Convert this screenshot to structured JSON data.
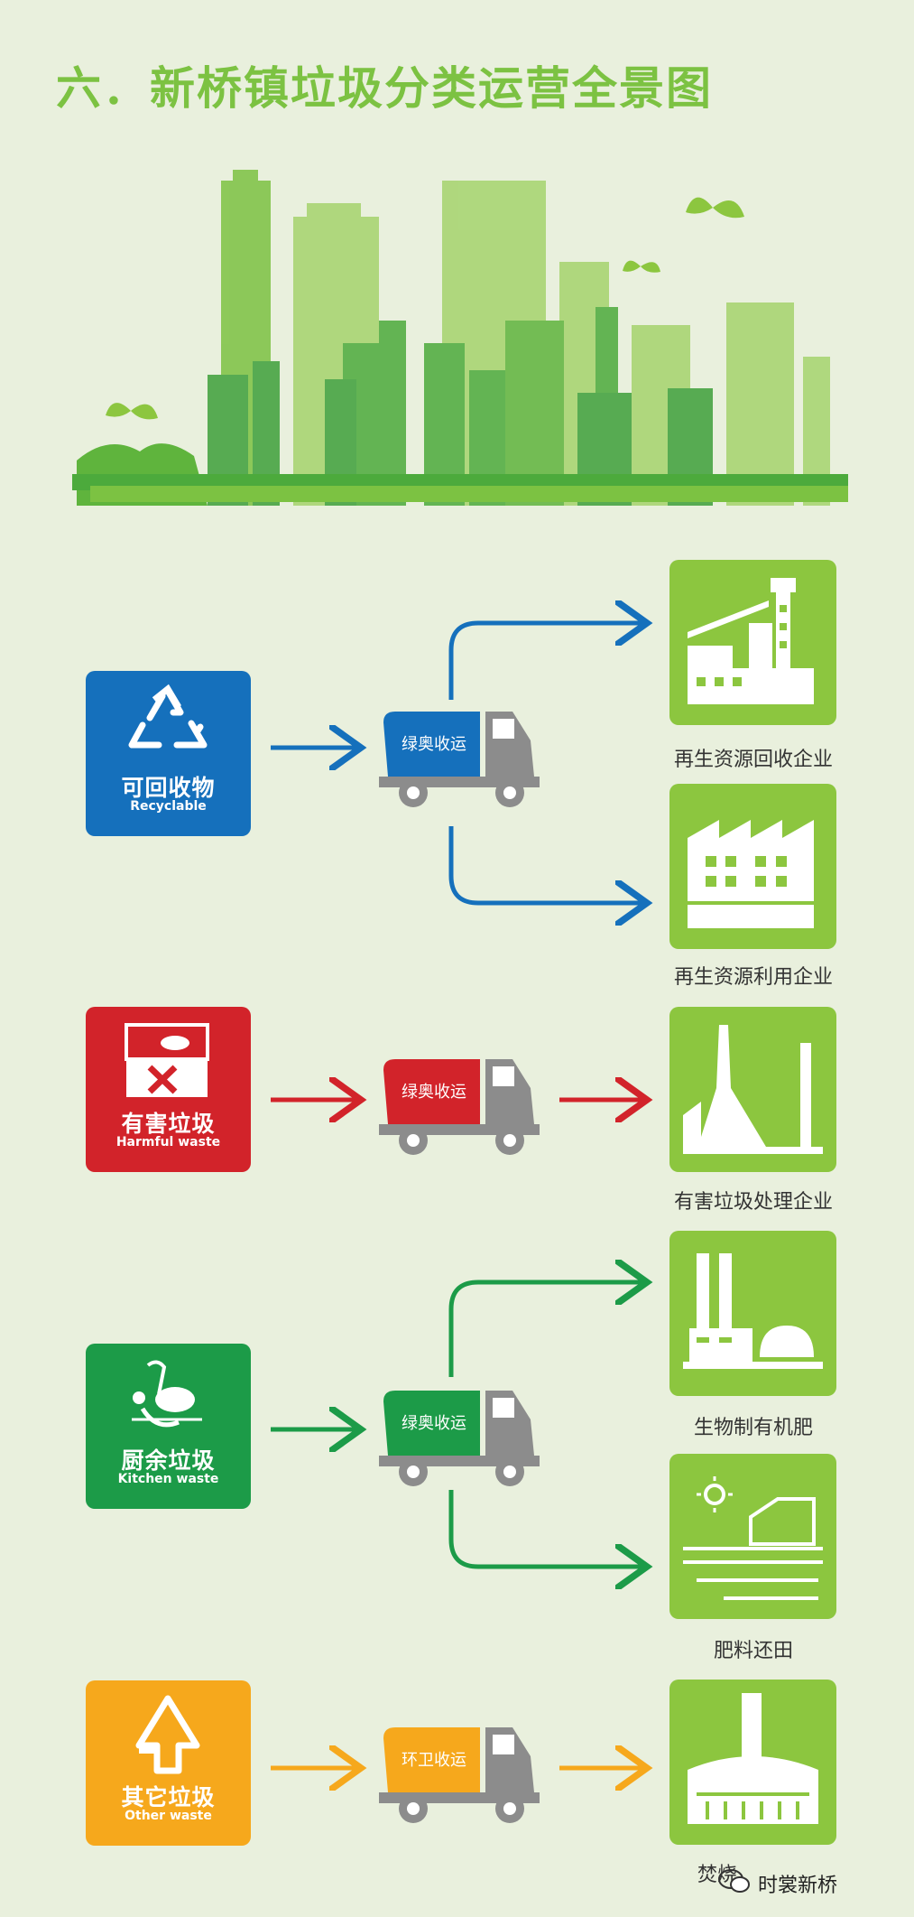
{
  "title": "六．新桥镇垃圾分类运营全景图",
  "colors": {
    "background": "#e9f0dd",
    "accent_green": "#7cc242",
    "recyclable_blue": "#1570bc",
    "harmful_red": "#d2232a",
    "kitchen_green": "#1c9b48",
    "other_orange": "#f6a81c",
    "destination_green": "#8cc63f"
  },
  "categories": [
    {
      "id": "recyclable",
      "label_zh": "可回收物",
      "label_en": "Recyclable",
      "icon": "recycle-icon",
      "truck_label": "绿奥收运",
      "destinations": [
        "再生资源回收企业",
        "再生资源利用企业"
      ]
    },
    {
      "id": "harmful",
      "label_zh": "有害垃圾",
      "label_en": "Harmful waste",
      "icon": "harmful-waste-icon",
      "truck_label": "绿奥收运",
      "destinations": [
        "有害垃圾处理企业"
      ]
    },
    {
      "id": "kitchen",
      "label_zh": "厨余垃圾",
      "label_en": "Kitchen waste",
      "icon": "kitchen-waste-icon",
      "truck_label": "绿奥收运",
      "destinations": [
        "生物制有机肥",
        "肥料还田"
      ]
    },
    {
      "id": "other",
      "label_zh": "其它垃圾",
      "label_en": "Other waste",
      "icon": "other-waste-icon",
      "truck_label": "环卫收运",
      "destinations": [
        "焚烧"
      ]
    }
  ],
  "destination_icons": [
    "recycling-factory-icon",
    "utilization-factory-icon",
    "hazardous-plant-icon",
    "fertilizer-plant-icon",
    "farmland-icon",
    "incinerator-icon"
  ],
  "watermark": "时裳新桥"
}
